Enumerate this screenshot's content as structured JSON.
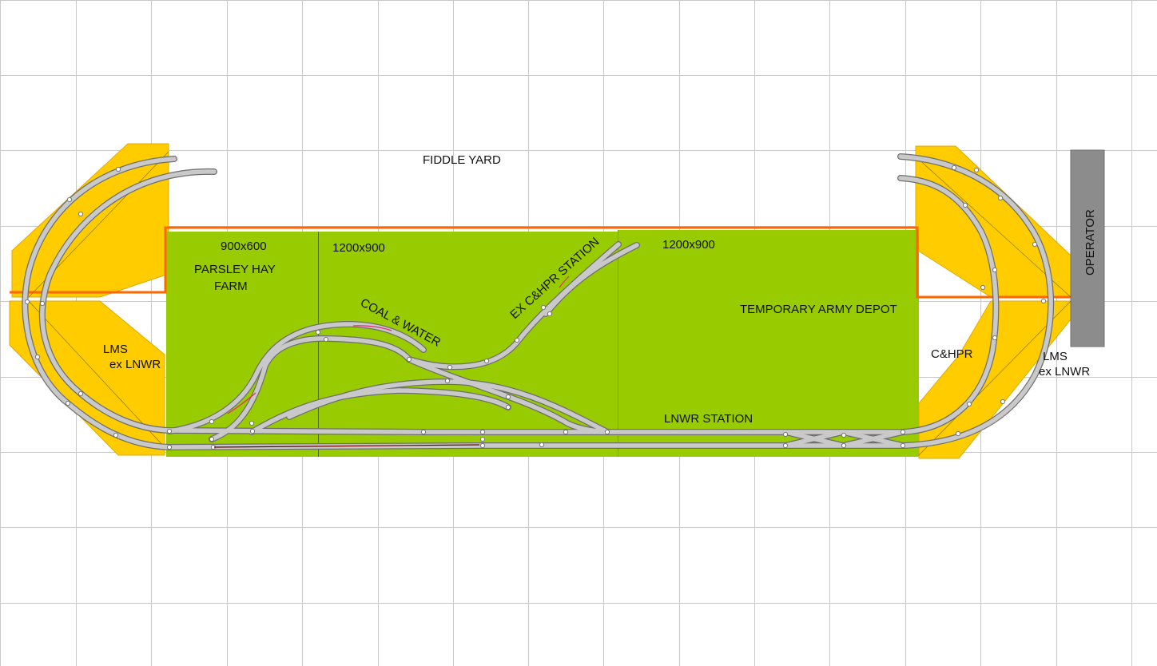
{
  "colors": {
    "board": "#99cc00",
    "curve_board": "#ffcc00",
    "fiddle_line": "#ff6600",
    "operator": "#8c8c8c",
    "grid": "#c8c8c8",
    "track": "#c9c9c9"
  },
  "labels": {
    "fiddle_yard": "FIDDLE YARD",
    "board1_size": "900x600",
    "board2_size": "1200x900",
    "board3_size": "1200x900",
    "parsley_hay_1": "PARSLEY HAY",
    "parsley_hay_2": "FARM",
    "coal_water": "COAL & WATER",
    "ex_chpr_station": "EX C&HPR STATION",
    "temporary_army_depot": "TEMPORARY ARMY DEPOT",
    "lnwr_station": "LNWR STATION",
    "lms_left_1": "LMS",
    "lms_left_2": "ex LNWR",
    "chpr_right": "C&HPR",
    "lms_right_1": "LMS",
    "lms_right_2": "ex LNWR",
    "operator": "OPERATOR"
  }
}
